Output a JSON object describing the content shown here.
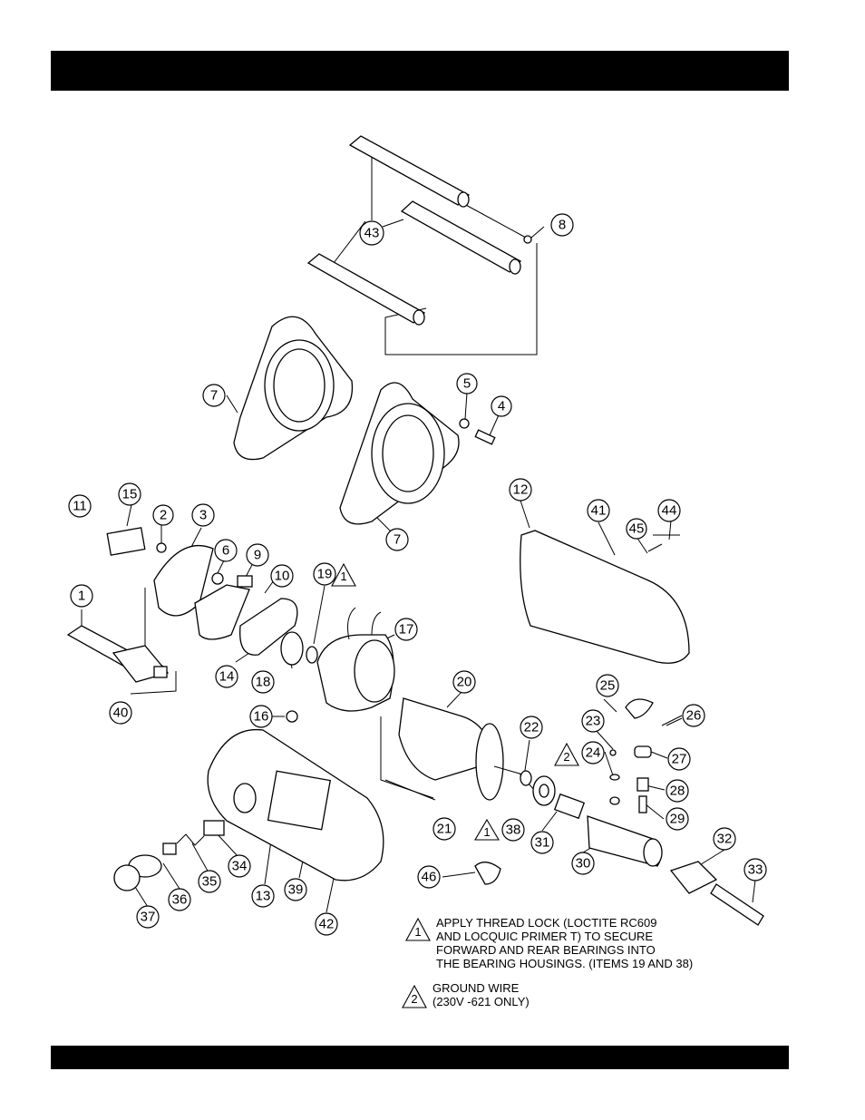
{
  "diagram": {
    "callouts": [
      "1",
      "2",
      "3",
      "4",
      "5",
      "6",
      "7",
      "7",
      "8",
      "9",
      "10",
      "11",
      "12",
      "13",
      "14",
      "15",
      "16",
      "17",
      "18",
      "19",
      "20",
      "21",
      "22",
      "23",
      "24",
      "25",
      "26",
      "27",
      "28",
      "29",
      "30",
      "31",
      "32",
      "33",
      "34",
      "35",
      "36",
      "37",
      "38",
      "39",
      "40",
      "41",
      "42",
      "43",
      "44",
      "45",
      "46"
    ],
    "markers": {
      "m19": "1",
      "m38": "1",
      "m24": "2"
    }
  },
  "notes": {
    "note1": {
      "symbol": "1",
      "lines": [
        "APPLY THREAD LOCK (LOCTITE RC609",
        "AND LOCQUIC PRIMER T) TO SECURE",
        "FORWARD AND REAR BEARINGS INTO",
        "THE BEARING HOUSINGS. (ITEMS 19 AND 38)"
      ]
    },
    "note2": {
      "symbol": "2",
      "lines": [
        "GROUND WIRE",
        "(230V -621 ONLY)"
      ]
    }
  }
}
